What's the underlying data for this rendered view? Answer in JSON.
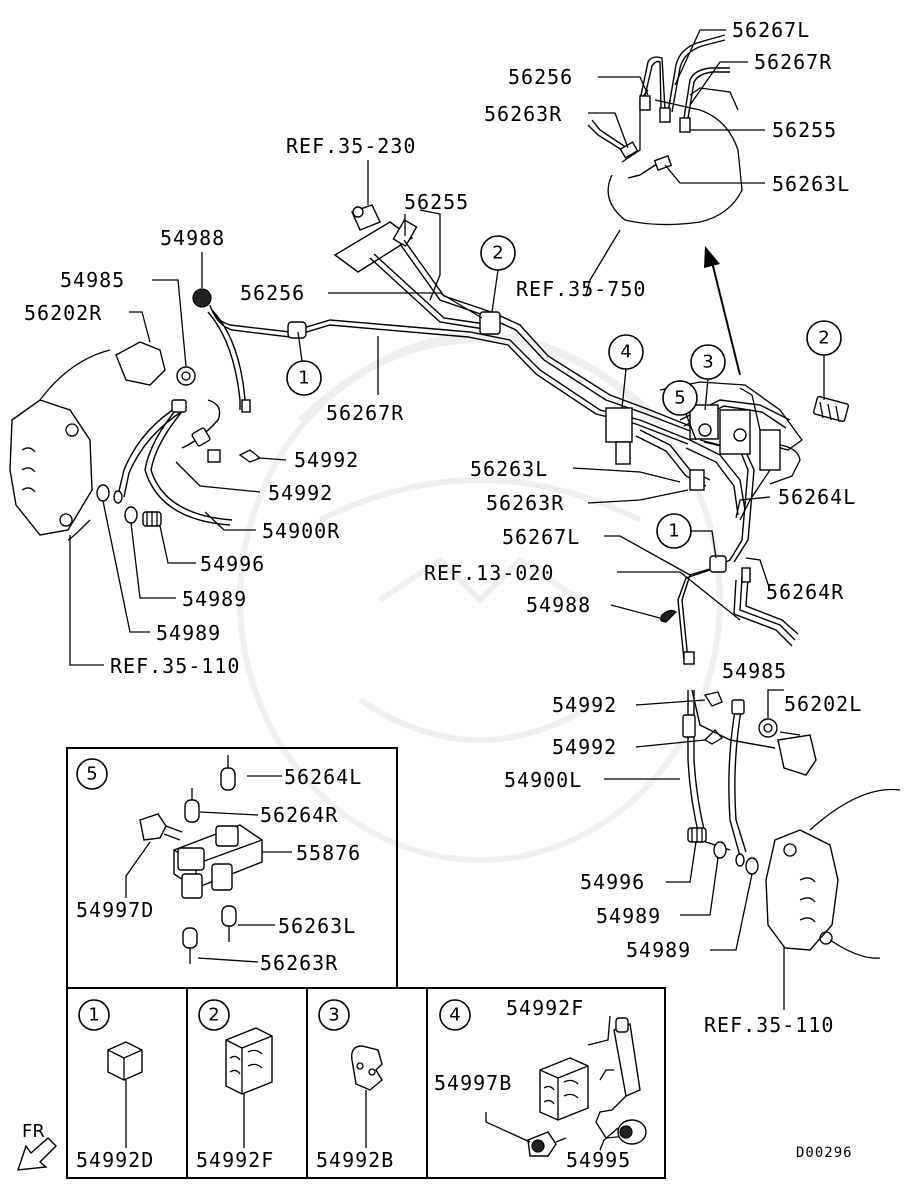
{
  "diagram_code": "D00296",
  "orientation_label": "FR",
  "callouts": [
    "1",
    "2",
    "3",
    "4",
    "5"
  ],
  "labels": {
    "l_56267L_top": "56267L",
    "l_56256_top": "56256",
    "l_56267R_top": "56267R",
    "l_56263R_top": "56263R",
    "l_56255_top": "56255",
    "l_56263L_top": "56263L",
    "l_ref35230": "REF.35-230",
    "l_56255_mid": "56255",
    "l_ref35750": "REF.35-750",
    "l_54988_a": "54988",
    "l_54985_a": "54985",
    "l_56202R": "56202R",
    "l_56256_mid": "56256",
    "l_56267R_mid": "56267R",
    "l_54992_a": "54992",
    "l_54992_b": "54992",
    "l_54900R": "54900R",
    "l_54996_a": "54996",
    "l_54989_a": "54989",
    "l_54989_b": "54989",
    "l_ref35110_a": "REF.35-110",
    "l_56263L_mid": "56263L",
    "l_56263R_mid": "56263R",
    "l_56264L": "56264L",
    "l_56267L_mid": "56267L",
    "l_ref13020": "REF.13-020",
    "l_56264R": "56264R",
    "l_54988_b": "54988",
    "l_54985_b": "54985",
    "l_56202L": "56202L",
    "l_54992_c": "54992",
    "l_54992_d": "54992",
    "l_54900L": "54900L",
    "l_54996_b": "54996",
    "l_54989_c": "54989",
    "l_54989_d": "54989",
    "l_ref35110_b": "REF.35-110",
    "d5_56264L": "56264L",
    "d5_56264R": "56264R",
    "d5_55876": "55876",
    "d5_54997D": "54997D",
    "d5_56263L": "56263L",
    "d5_56263R": "56263R",
    "d1_54992D": "54992D",
    "d2_54992F": "54992F",
    "d3_54992B": "54992B",
    "d4_54992F": "54992F",
    "d4_54997B": "54997B",
    "d4_54995": "54995"
  }
}
